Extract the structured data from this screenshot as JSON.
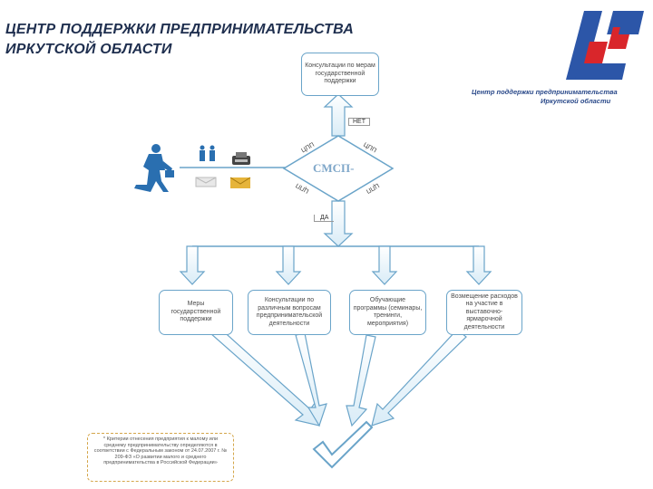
{
  "header": {
    "title_line1": "ЦЕНТР ПОДДЕРЖКИ ПРЕДПРИНИМАТЕЛЬСТВА",
    "title_line2": "ИРКУТСКОЙ ОБЛАСТИ"
  },
  "logo": {
    "line1": "Центр поддержки предпринимательства",
    "line2": "Иркутской области"
  },
  "diagram": {
    "top_box": "Консультации по мерам государственной поддержки",
    "no_label": "НЕТ",
    "yes_label": "ДА",
    "center_label": "СМСП-",
    "side_labels": [
      "ЦПП",
      "ЦПП",
      "ЦПП",
      "ЦПП"
    ],
    "bottom_boxes": [
      "Меры государственной поддержки",
      "Консультации по различным вопросам предпринимательской деятельности",
      "Обучающие программы (семинары, тренинги, мероприятия)",
      "Возмещение расходов на участие в выставочно-ярмарочной деятельности"
    ],
    "note": "* Критерии отнесения предприятия к малому или среднему предпринимательству определяются в соответствии с Федеральным законом от 24.07.2007 г. № 209-ФЗ «О развитии малого и среднего предпринимательства в Российской Федерации»"
  }
}
